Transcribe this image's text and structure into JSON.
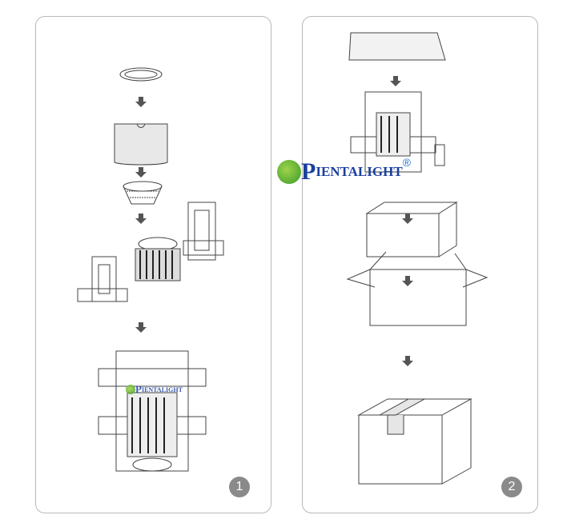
{
  "steps": [
    {
      "number": "1"
    },
    {
      "number": "2"
    }
  ],
  "logo": {
    "initial": "P",
    "name": "IENTALIGHT",
    "registered": "®"
  },
  "colors": {
    "panel_border": "#b8b8b8",
    "arrow": "#555555",
    "step_badge": "#8a8a8a",
    "logo_blue": "#1a3f9e",
    "logo_green": "#4aa830"
  }
}
